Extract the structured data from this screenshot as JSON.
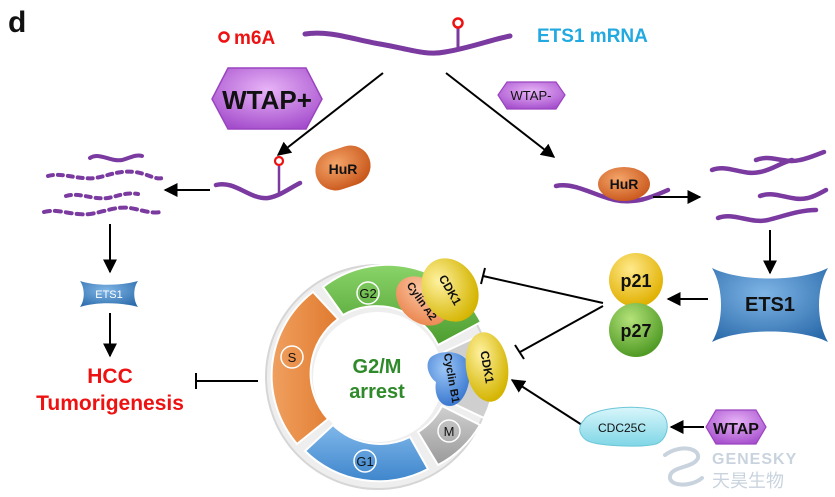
{
  "panel_label": "d",
  "legend": {
    "m6a_label": "m6A",
    "mrna_label": "ETS1 mRNA"
  },
  "wtap_plus": "WTAP+",
  "wtap_minus": "WTAP-",
  "hur_left": "HuR",
  "hur_right": "HuR",
  "ets1_small": "ETS1",
  "ets1_large": "ETS1",
  "outcome": {
    "line1": "HCC",
    "line2": "Tumorigenesis"
  },
  "p21": "p21",
  "p27": "p27",
  "cdc25c": "CDC25C",
  "wtap_bottom": "WTAP",
  "cell_cycle": {
    "center_line1": "G2/M",
    "center_line2": "arrest",
    "phase_g2": "G2",
    "phase_s": "S",
    "phase_g1": "G1",
    "phase_m": "M",
    "cdk1_top": "CDK1",
    "cyclin_a2": "Cylin A2",
    "cdk1_bottom": "CDK1",
    "cyclin_b1": "Cyclin B1"
  },
  "watermark": {
    "latin": "GENESKY",
    "chinese": "天昊生物"
  },
  "colors": {
    "red": "#ee1111",
    "blue": "#22a9e0",
    "purple": "#7a3aa0",
    "wtap_fill": "#c46fe6",
    "hur_fill": "#e2742a",
    "ets1_fill": "#3b82c4",
    "green_text": "#2f8a2a"
  }
}
